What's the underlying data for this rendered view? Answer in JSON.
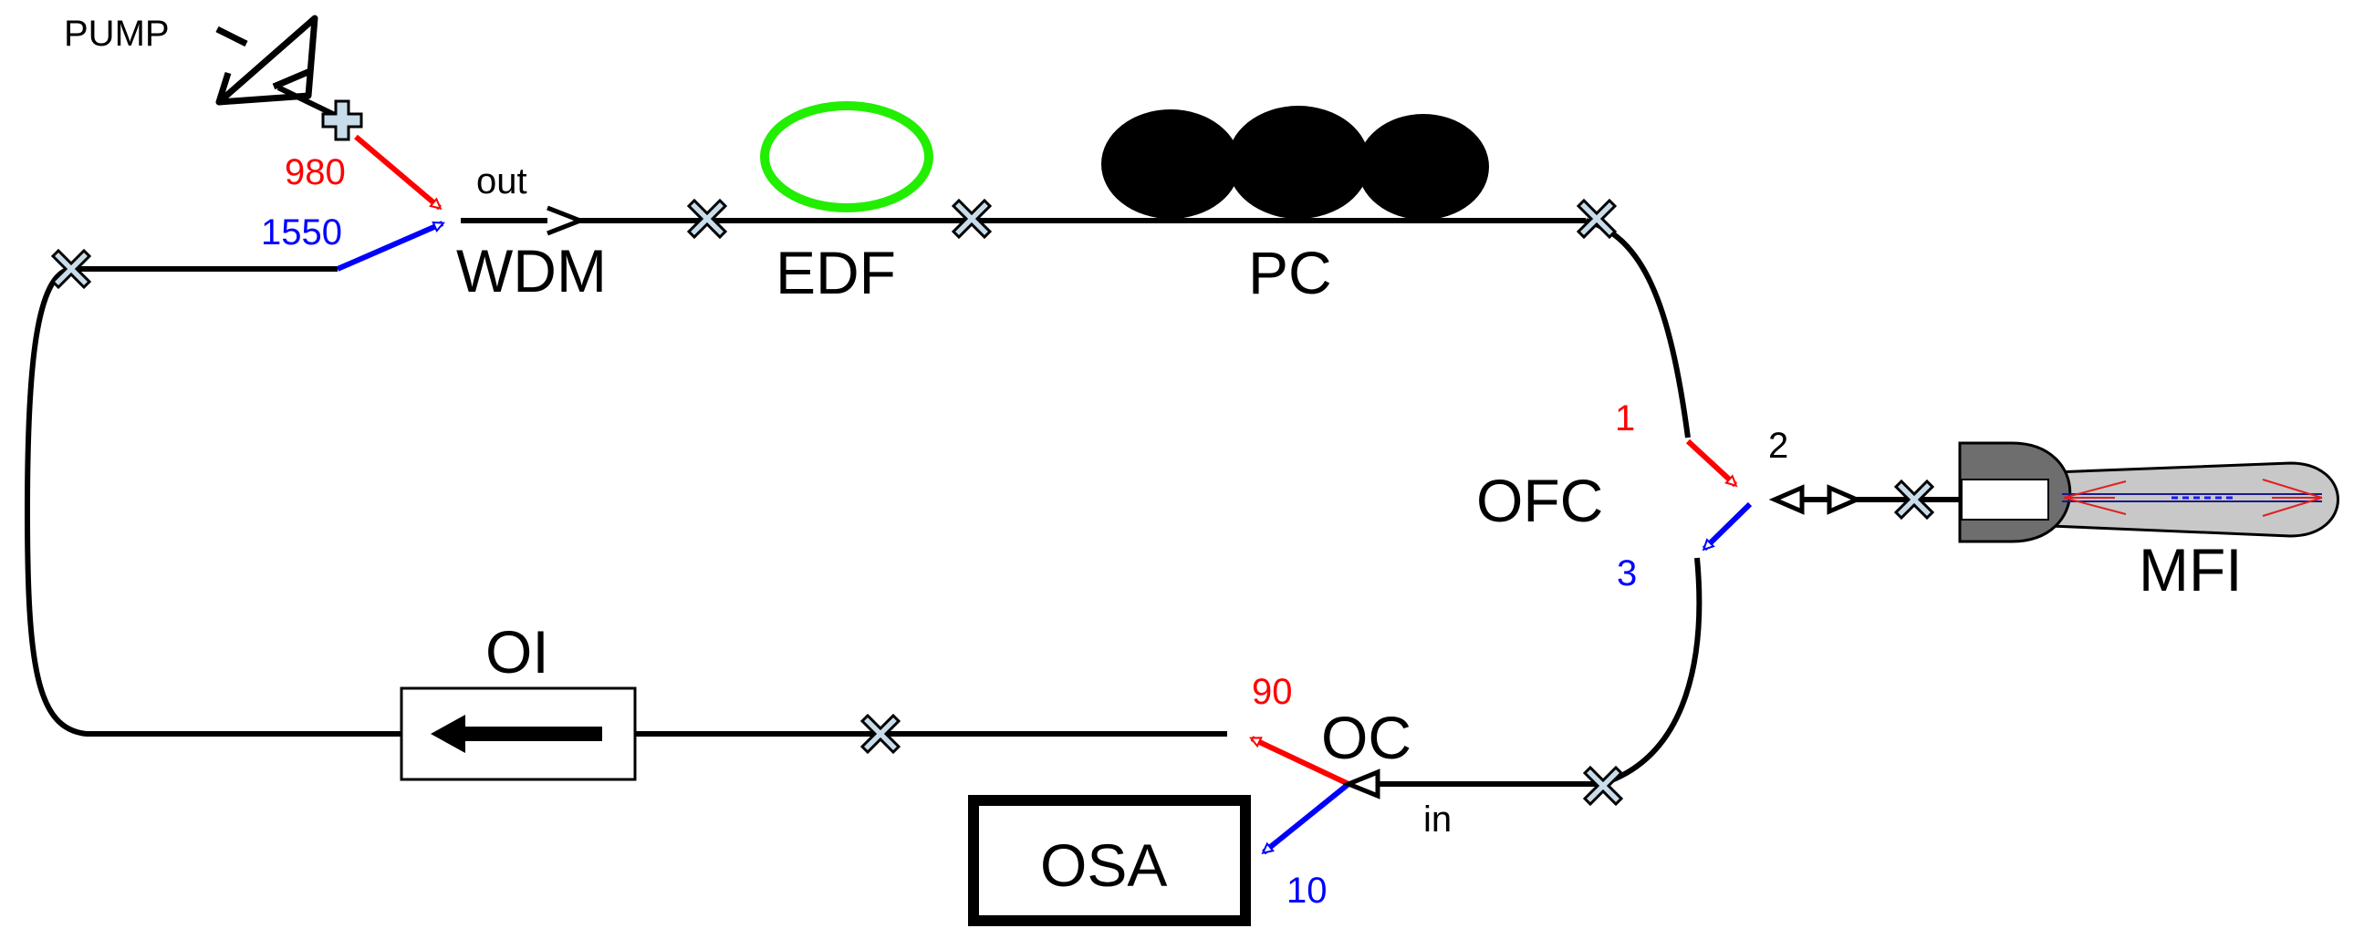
{
  "labels": {
    "pump": "PUMP",
    "pump_port": "980",
    "signal_port": "1550",
    "wdm_out": "out",
    "wdm": "WDM",
    "edf": "EDF",
    "pc": "PC",
    "ofc": "OFC",
    "ofc_port1": "1",
    "ofc_port2": "2",
    "ofc_port3": "3",
    "mfi": "MFI",
    "oi": "OI",
    "oc": "OC",
    "oc_in": "in",
    "oc_port90": "90",
    "oc_port10": "10",
    "osa": "OSA"
  },
  "colors": {
    "fiber": "#000000",
    "port_red": "#ff0000",
    "port_blue": "#0000ff",
    "edf_ring": "#22ee00",
    "splice": "#c8dcea",
    "mfi_body": "#c8c8c8",
    "mfi_head": "#6e6e6e"
  }
}
